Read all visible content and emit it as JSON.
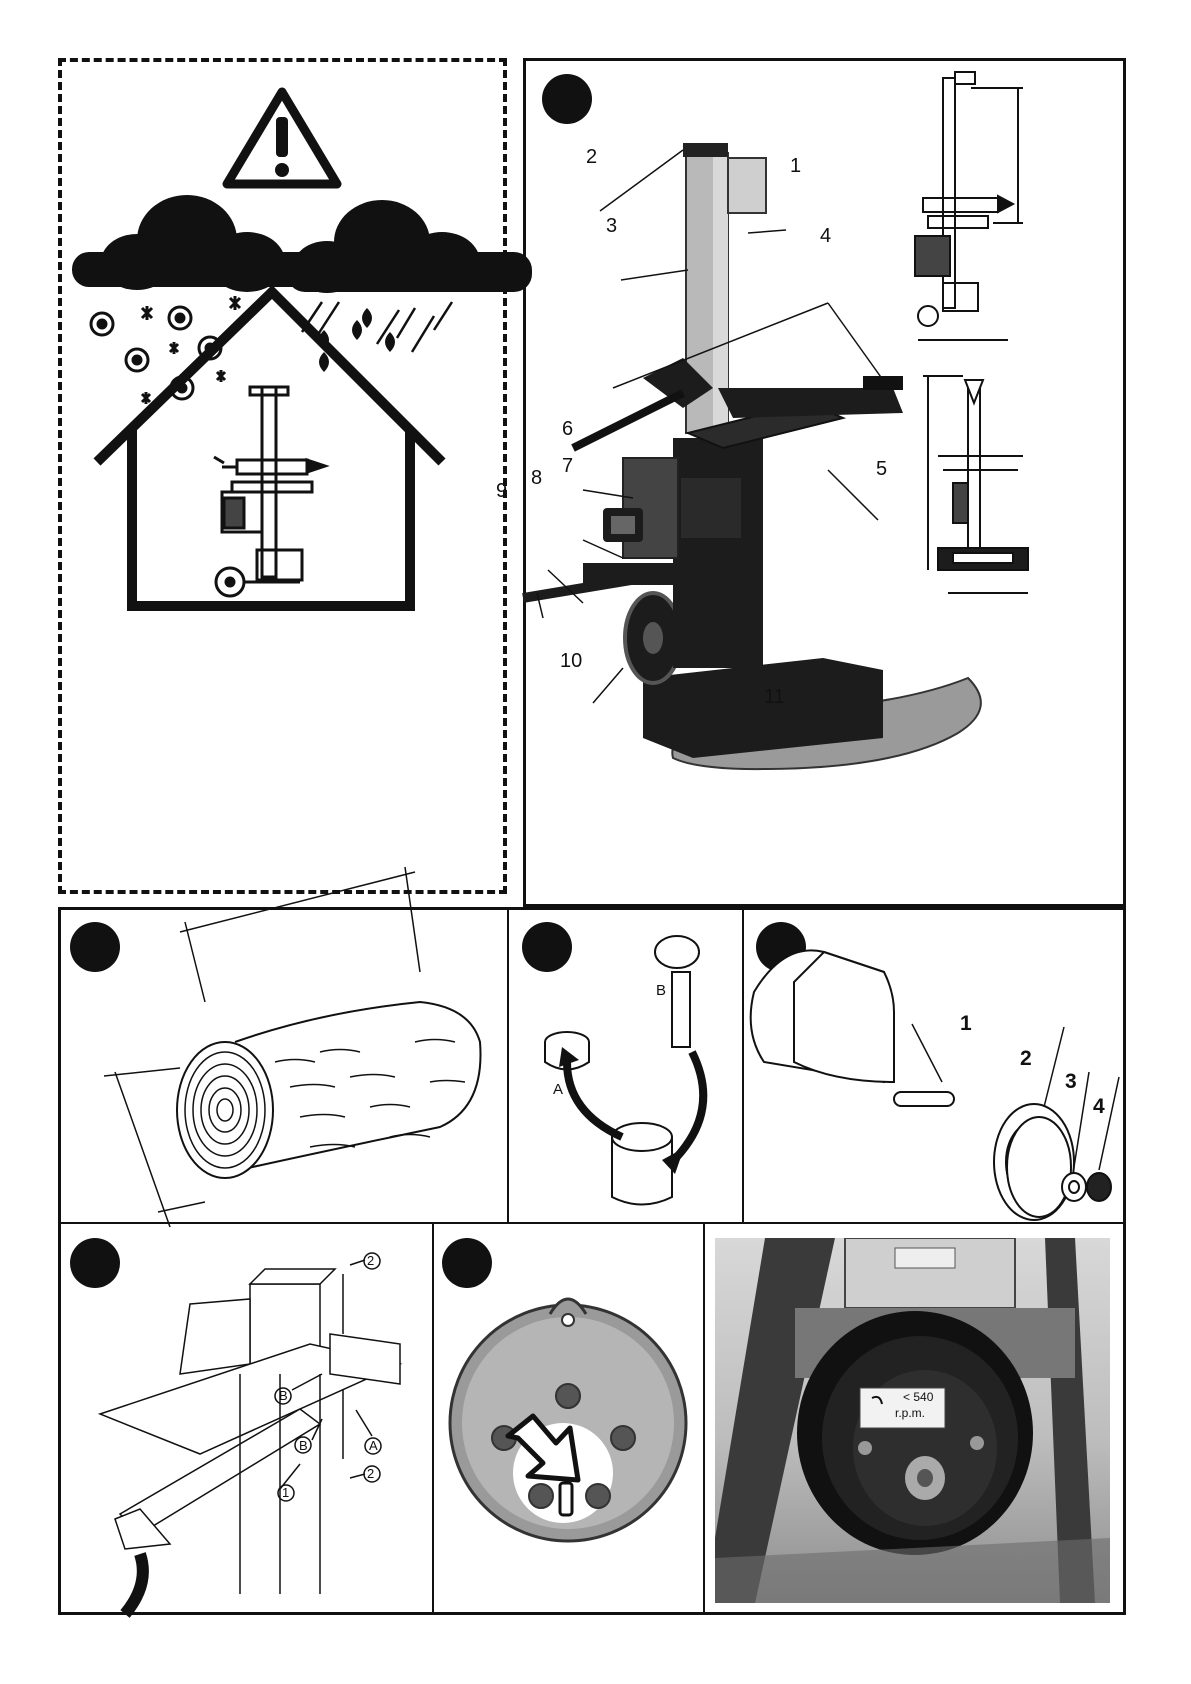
{
  "figure1": {
    "callouts": [
      "1",
      "2",
      "3",
      "4",
      "5",
      "6",
      "7",
      "8",
      "9",
      "10",
      "11"
    ]
  },
  "figure4": {
    "labels": [
      "A",
      "B"
    ]
  },
  "figure5": {
    "callouts": [
      "1",
      "2",
      "3",
      "4"
    ]
  },
  "figure6": {
    "callouts": [
      "1",
      "2",
      "2"
    ],
    "letters": [
      "A",
      "B",
      "B"
    ]
  },
  "figure8": {
    "label_speed": "< 540",
    "label_unit": "r.p.m."
  },
  "colors": {
    "ink": "#111111",
    "gray_plate": "#9a9a9a",
    "machine_dark": "#1c1c1c"
  }
}
